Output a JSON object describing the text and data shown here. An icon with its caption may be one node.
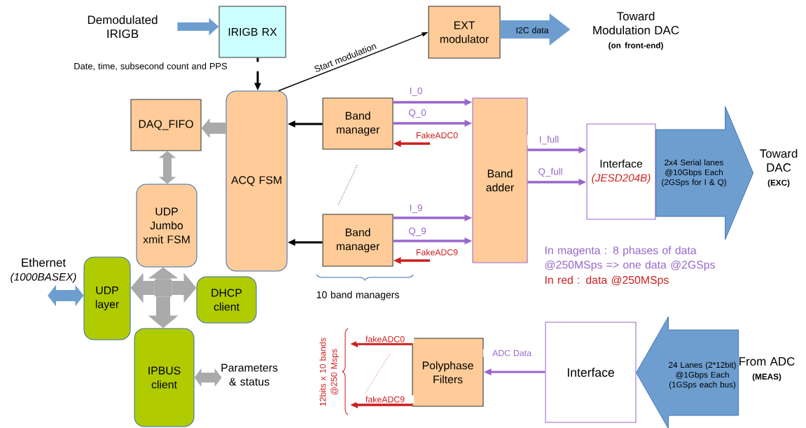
{
  "diagram": {
    "nodes": [
      {
        "text": [
          "Demodulated IRIGB"
        ]
      },
      {
        "text": [
          "IRIGB RX"
        ]
      },
      {
        "text": [
          "EXT modulator"
        ]
      },
      {
        "text": [
          "Toward Modulation DAC",
          "(on front-end)"
        ]
      },
      {
        "text": [
          "DAQ_FIFO"
        ]
      },
      {
        "text": [
          "ACQ FSM"
        ]
      },
      {
        "text": [
          "Band manager"
        ]
      },
      {
        "text": [
          "Band manager"
        ]
      },
      {
        "text": [
          "Band adder"
        ]
      },
      {
        "text": [
          "Interface",
          "(JESD204B)"
        ]
      },
      {
        "text": [
          "Toward DAC",
          "(EXC)"
        ]
      },
      {
        "text": [
          "UDP Jumbo xmit FSM"
        ]
      },
      {
        "text": [
          "Ethernet",
          "(1000BASEX)"
        ]
      },
      {
        "text": [
          "UDP layer"
        ]
      },
      {
        "text": [
          "DHCP client"
        ]
      },
      {
        "text": [
          "IPBUS client"
        ]
      },
      {
        "text": [
          "Parameters & status"
        ]
      },
      {
        "text": [
          "Polyphase Filters"
        ]
      },
      {
        "text": [
          "Interface"
        ]
      },
      {
        "text": [
          "From ADC",
          "(MEAS)"
        ]
      },
      {
        "text": [],
        "shape": "cross"
      }
    ],
    "edges": [
      {
        "from": 0,
        "to": 1,
        "arrow": "to",
        "style": "thick",
        "color": "#6d9ecf"
      },
      {
        "from": 1,
        "to": 5,
        "arrow": "to",
        "label": "Date, time, subsecond count and PPS",
        "color": "#000000"
      },
      {
        "from": 5,
        "to": 2,
        "arrow": "to",
        "label": "Start modulation",
        "color": "#000000"
      },
      {
        "from": 2,
        "to": 3,
        "arrow": "to",
        "label": "I2C data",
        "style": "thick",
        "color": "#6d9ecf"
      },
      {
        "from": 5,
        "to": 4,
        "arrow": "to",
        "style": "thick",
        "color": "#aaaaaa"
      },
      {
        "from": 4,
        "to": 11,
        "arrow": "both",
        "style": "thick",
        "color": "#aaaaaa"
      },
      {
        "from": 6,
        "to": 5,
        "arrow": "to",
        "color": "#000000"
      },
      {
        "from": 7,
        "to": 5,
        "arrow": "to",
        "color": "#000000"
      },
      {
        "from": 6,
        "to": 8,
        "arrow": "to",
        "label": "I_0",
        "color": "#9966cc"
      },
      {
        "from": 6,
        "to": 8,
        "arrow": "to",
        "label": "Q_0",
        "color": "#9966cc"
      },
      {
        "from": null,
        "to": 6,
        "arrow": "to",
        "label": "FakeADC0",
        "color": "#cc1f1f"
      },
      {
        "from": 7,
        "to": 8,
        "arrow": "to",
        "label": "I_9",
        "color": "#9966cc"
      },
      {
        "from": 7,
        "to": 8,
        "arrow": "to",
        "label": "Q_9",
        "color": "#9966cc"
      },
      {
        "from": null,
        "to": 7,
        "arrow": "to",
        "label": "FakeADC9",
        "color": "#cc1f1f"
      },
      {
        "from": 8,
        "to": 9,
        "arrow": "to",
        "label": "I_full",
        "color": "#9966cc"
      },
      {
        "from": 8,
        "to": 9,
        "arrow": "to",
        "label": "Q_full",
        "color": "#9966cc"
      },
      {
        "from": 9,
        "to": 10,
        "arrow": "to",
        "label": "2x4 Serial lanes @10Gbps Each (2GSps for I & Q)",
        "style": "thick",
        "color": "#6d9ecf"
      },
      {
        "from": 12,
        "to": 13,
        "arrow": "both",
        "style": "thick",
        "color": "#6d9ecf"
      },
      {
        "from": 20,
        "to": 11,
        "arrow": "to",
        "style": "thick",
        "color": "#aaaaaa"
      },
      {
        "from": 20,
        "to": 13,
        "arrow": "to",
        "style": "thick",
        "color": "#aaaaaa"
      },
      {
        "from": 20,
        "to": 14,
        "arrow": "to",
        "style": "thick",
        "color": "#aaaaaa"
      },
      {
        "from": 20,
        "to": 15,
        "arrow": "to",
        "style": "thick",
        "color": "#aaaaaa"
      },
      {
        "from": 15,
        "to": 16,
        "arrow": "both",
        "style": "thick",
        "color": "#aaaaaa"
      },
      {
        "from": 18,
        "to": 17,
        "arrow": "to",
        "label": "ADC Data",
        "color": "#9966cc"
      },
      {
        "from": 17,
        "to": null,
        "arrow": "to",
        "label": "fakeADC0",
        "color": "#cc1f1f"
      },
      {
        "from": 17,
        "to": null,
        "arrow": "to",
        "label": "fakeADC9",
        "color": "#cc1f1f"
      },
      {
        "from": 19,
        "to": 18,
        "arrow": "to",
        "label": "24 Lanes (2*12bit) @1Gbps Each (1GSps each bus)",
        "style": "thick",
        "color": "#6d9ecf"
      }
    ],
    "labels": [
      "10 band managers",
      "In magenta : 8 phases of data @250MSps => one data @2GSps",
      "In red : data @250MSps",
      "12bits x 10 bands @250 Msps"
    ]
  }
}
